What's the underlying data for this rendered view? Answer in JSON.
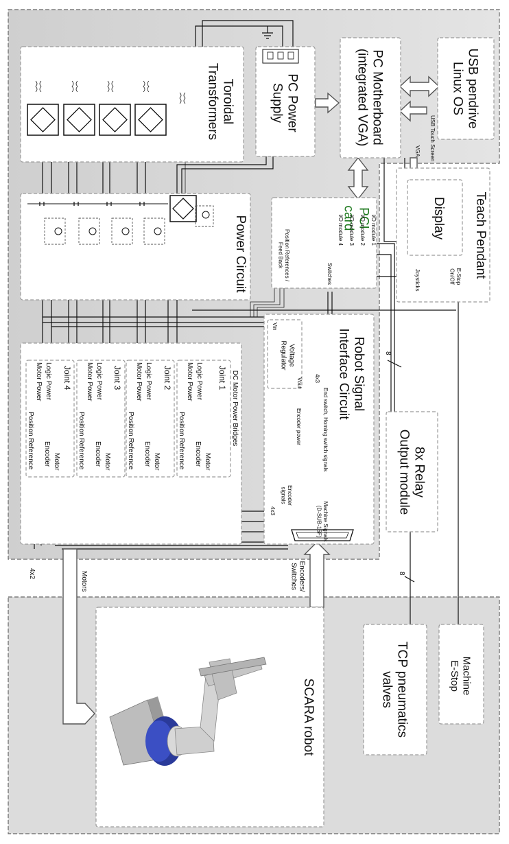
{
  "blocks": {
    "usb_pendrive": "USB pendrive\nLinux OS",
    "pc_motherboard": "PC Motherboard\n(integrated VGA)",
    "pc_power_supply": "PC Power\nSupply",
    "toroidal_transformers": "Toroidal\nTransformers",
    "power_circuit": "Power Circuit",
    "pci_card": "PCI\ncard",
    "teach_pendant": "Teach Pendant",
    "display": "Display",
    "robot_signal_interface": "Robot Signal\nInterface Circuit",
    "voltage_regulator": "Voltage\nRegulator",
    "dc_motor_bridges": "DC Motor Power Bridges",
    "relay_module": "8x Relay\nOutput module",
    "scara_robot": "SCARA robot",
    "tcp_valves": "TCP pneumatics\nvalves",
    "machine_estop": "Machine\nE-Stop"
  },
  "joints": [
    {
      "title": "Joint 1",
      "lines": [
        "Logic Power",
        "Motor Power",
        "Position Reference",
        "Encoder",
        "Motor"
      ]
    },
    {
      "title": "Joint 2",
      "lines": [
        "Logic Power",
        "Motor Power",
        "Position Reference",
        "Encoder",
        "Motor"
      ]
    },
    {
      "title": "Joint 3",
      "lines": [
        "Logic Power",
        "Motor Power",
        "Position Reference",
        "Encoder",
        "Motor"
      ]
    },
    {
      "title": "Joint 4",
      "lines": [
        "Logic Power",
        "Motor Power",
        "Position Reference",
        "Encoder",
        "Motor"
      ]
    }
  ],
  "pci_labels": {
    "io1": "I/O module 1",
    "io2": "I/O module 2",
    "io3": "I/O module 3",
    "io4": "I/O module 4",
    "switches": "Switches",
    "position_refs": "Position References /\nFeed Back"
  },
  "pendant_labels": {
    "estop": "E-Stop\nOn/Off",
    "joysticks": "Joysticks"
  },
  "signal_labels": {
    "vin": "Vin",
    "vout": "Vout",
    "end_switch": "End switch, Homing switch signals",
    "encoder_power": "Encoder power",
    "encoder_signals": "Encoder\nsignals",
    "x43_top": "4x3",
    "x43_bottom": "4x3",
    "machine_signals": "Machine Signals\n(D-SUB-15F)"
  },
  "connection_labels": {
    "usb_touch": "USB Touch Screen",
    "vga": "VGA",
    "eight_top": "8",
    "eight_bottom": "8",
    "motors": "Motors",
    "x42": "4x2",
    "encoders_switches": "Encoders/\nSwitches"
  },
  "colors": {
    "zone_fill": "#dcdcdc",
    "panel_fill": "#ffffff",
    "pci_text": "#1f7a1f",
    "robot_blue": "#2a3a9a"
  }
}
